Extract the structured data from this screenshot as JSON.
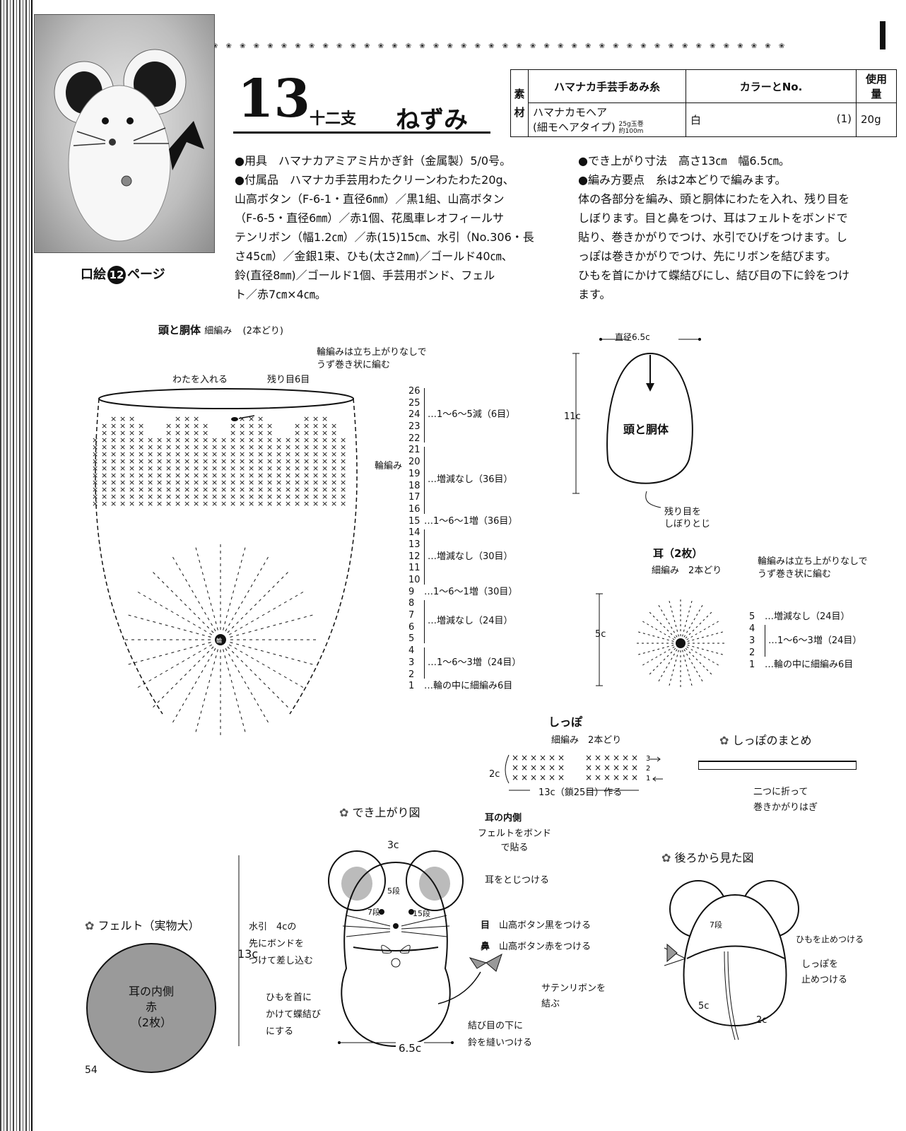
{
  "header": {
    "deco": "❀ ❀ ❀ ❀ ❀ ❀ ❀ ❀ ❀ ❀ ❀ ❀ ❀ ❀ ❀ ❀ ❀ ❀ ❀ ❀ ❀ ❀ ❀ ❀ ❀ ❀ ❀ ❀ ❀ ❀ ❀ ❀ ❀ ❀ ❀ ❀ ❀ ❀ ❀ ❀ ❀ ❀",
    "number": "13",
    "subtitle": "十二支",
    "name": "ねずみ",
    "photo_ref_pre": "口絵",
    "photo_ref_num": "12",
    "photo_ref_post": "ページ"
  },
  "materials": {
    "side_label_1": "素",
    "side_label_2": "材",
    "col1": "ハマナカ手芸手あみ糸",
    "col2": "カラーとNo.",
    "col3": "使用量",
    "yarn_name": "ハマナカモヘア",
    "yarn_type": "(細モヘアタイプ)",
    "yarn_spec_1": "25g玉巻",
    "yarn_spec_2": "約100m",
    "color": "白",
    "color_no": "(1)",
    "amount": "20g"
  },
  "left_text": [
    "●用具　ハマナカアミアミ片かぎ針（金属製）5/0号。",
    "●付属品　ハマナカ手芸用わたクリーンわたわた20g、",
    "山高ボタン（F-6-1・直径6㎜）／黒1組、山高ボタン",
    "（F-6-5・直径6㎜）／赤1個、花風車レオフィールサ",
    "テンリボン（幅1.2㎝）／赤(15)15㎝、水引（No.306・長",
    "さ45㎝）／金銀1束、ひも(太さ2㎜)／ゴールド40㎝、",
    "鈴(直径8㎜)／ゴールド1個、手芸用ボンド、フェル",
    "ト／赤7㎝×4㎝。"
  ],
  "right_text": [
    "●でき上がり寸法　高さ13㎝　幅6.5㎝。",
    "●編み方要点　糸は2本どりで編みます。",
    "体の各部分を編み、頭と胴体にわたを入れ、残り目を",
    "しぼります。目と鼻をつけ、耳はフェルトをボンドで",
    "貼り、巻きかがりでつけ、水引でひげをつけます。し",
    "っぽは巻きかがりでつけ、先にリボンを結びます。",
    "ひもを首にかけて蝶結びにし、結び目の下に鈴をつけ",
    "ます。"
  ],
  "body_chart": {
    "title": "頭と胴体",
    "stitch": "細編み",
    "strands": "(2本どり)",
    "note1": "輪編みは立ち上がりなしで",
    "note2": "うず巻き状に編む",
    "stuff": "わたを入れる",
    "remain": "残り目6目",
    "round": "輪編み",
    "center": "輪",
    "rows": [
      {
        "rows": "26 25 24 23 22",
        "text": "…1〜6〜5減（6目）"
      },
      {
        "rows": "21 20 19 18 17 16",
        "text": "…増減なし（36目）"
      },
      {
        "rows": "15",
        "text": "…1〜6〜1増（36目）"
      },
      {
        "rows": "14 13 12 11 10",
        "text": "…増減なし（30目）"
      },
      {
        "rows": "9",
        "text": "…1〜6〜1増（30目）"
      },
      {
        "rows": "8 7 6 5",
        "text": "…増減なし（24目）"
      },
      {
        "rows": "4 3 2",
        "text": "…1〜6〜3増（24目）"
      },
      {
        "rows": "1",
        "text": "…輪の中に細編み6目"
      }
    ]
  },
  "body_shape": {
    "diameter": "直径6.5c",
    "height": "11c",
    "label": "頭と胴体",
    "note1": "残り目を",
    "note2": "しぼりとじ"
  },
  "ear": {
    "title": "耳（2枚）",
    "stitch": "細編み　2本どり",
    "note1": "輪編みは立ち上がりなしで",
    "note2": "うず巻き状に編む",
    "size": "5c",
    "rows": [
      {
        "rows": "5",
        "text": "…増減なし（24目）"
      },
      {
        "rows": "4 3 2",
        "text": "…1〜6〜3増（24目）"
      },
      {
        "rows": "1",
        "text": "…輪の中に細編み6目"
      }
    ]
  },
  "tail": {
    "title": "しっぽ",
    "stitch": "細編み　2本どり",
    "width": "2c",
    "length": "13c（鎖25目）作る",
    "finish_title": "しっぽのまとめ",
    "finish1": "二つに折って",
    "finish2": "巻きかがりはぎ"
  },
  "finished": {
    "title": "でき上がり図",
    "ear_inner": "耳の内側",
    "felt1": "フェルトをボンド",
    "felt2": "で貼る",
    "ear_attach": "耳をとじつける",
    "eye_label": "目",
    "eye": "山高ボタン黒をつける",
    "nose_label": "鼻",
    "nose": "山高ボタン赤をつける",
    "ribbon1": "サテンリボンを",
    "ribbon2": "結ぶ",
    "bell1": "結び目の下に",
    "bell2": "鈴を縫いつける",
    "whisker1": "水引　4cの",
    "whisker2": "先にボンドを",
    "whisker3": "つけて差し込む",
    "cord1": "ひもを首に",
    "cord2": "かけて蝶結び",
    "cord3": "にする",
    "height": "13c",
    "width": "6.5c",
    "ear_w": "3c",
    "row5": "5段",
    "row7": "7段",
    "row15": "15段"
  },
  "back": {
    "title": "後ろから見た図",
    "row7": "7段",
    "cord": "ひもを止めつける",
    "tail1": "しっぽを",
    "tail2": "止めつける",
    "m5": "5c",
    "m2": "2c"
  },
  "felt": {
    "title": "フェルト（実物大）",
    "l1": "耳の内側",
    "l2": "赤",
    "l3": "（2枚）"
  },
  "page_number": "54",
  "colors": {
    "ink": "#111111",
    "felt": "#9a9a9a",
    "photo": "#c4c4c4"
  }
}
